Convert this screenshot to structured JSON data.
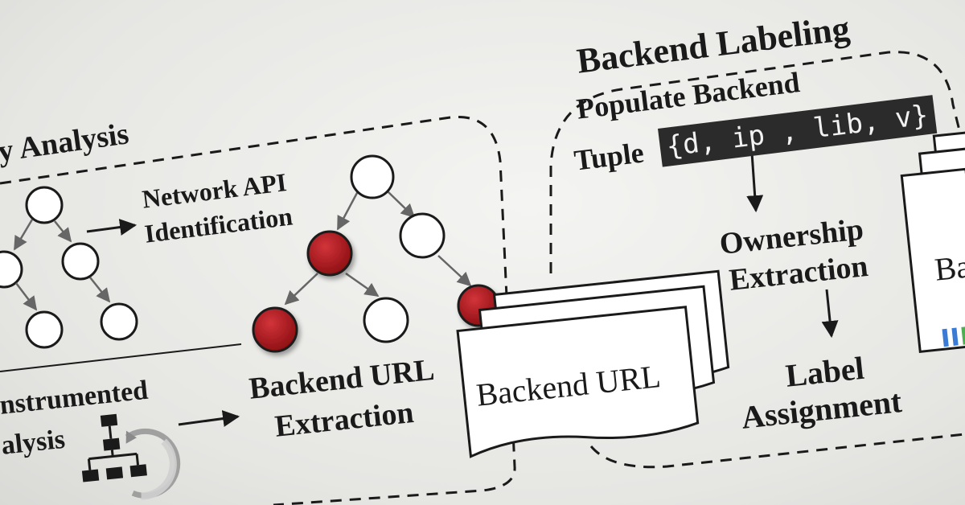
{
  "labels": {
    "binary_analysis_partial": "y Analysis",
    "network_api": "Network API",
    "identification": "Identification",
    "instrumented_partial": "nstrumented",
    "analysis_partial": "alysis",
    "backend_url_extraction_1": "Backend URL",
    "backend_url_extraction_2": "Extraction",
    "backend_url_doc": "Backend URL",
    "backend_labeling": "Backend Labeling",
    "populate_backend": "Populate Backend",
    "tuple": "Tuple",
    "tuple_value": "{d, ip , lib, v}",
    "ownership": "Ownership",
    "extraction": "Extraction",
    "label": "Label",
    "assignment": "Assignment",
    "partial_right": "Ba"
  },
  "colors": {
    "ink": "#1a1a1a",
    "highlight_node": "#b3191d",
    "tuple_bg": "#2b2b2b",
    "arrow_gray": "#555555"
  },
  "icons": {
    "instrumentation": "flowchart-refresh-icon"
  }
}
